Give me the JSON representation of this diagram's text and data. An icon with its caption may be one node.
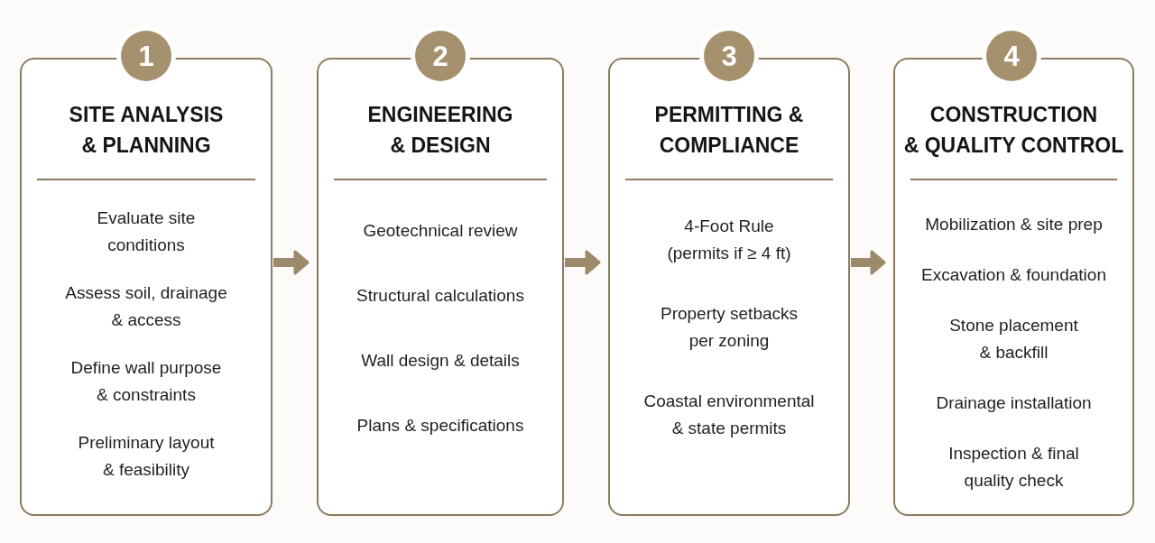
{
  "diagram": {
    "nodes": [
      {
        "text": [
          "1"
        ]
      },
      {
        "text": [
          "SITE ANALYSIS & PLANNING",
          "Evaluate site conditions",
          "Assess soil, drainage & access",
          "Define wall purpose & constraints",
          "Preliminary layout & feasibility"
        ]
      },
      {
        "text": [
          "2"
        ]
      },
      {
        "text": [
          "ENGINEERING & DESIGN",
          "Geotechnical review",
          "Structural calculations",
          "Wall design & details",
          "Plans & specifications"
        ]
      },
      {
        "text": [
          "3"
        ]
      },
      {
        "text": [
          "PERMITTING & COMPLIANCE",
          "4-Foot Rule (permits if ≥ 4 ft)",
          "Property setbacks per zoning",
          "Coastal environmental & state permits"
        ]
      },
      {
        "text": [
          "4"
        ]
      },
      {
        "text": [
          "CONSTRUCTION & QUALITY CONTROL",
          "Mobilization & site prep",
          "Excavation & foundation",
          "Stone placement & backfill",
          "Drainage installation",
          "Inspection & final quality check"
        ]
      }
    ],
    "edges": [
      {
        "from": 1,
        "to": 3,
        "arrow": "to"
      },
      {
        "from": 3,
        "to": 5,
        "arrow": "to"
      },
      {
        "from": 5,
        "to": 7,
        "arrow": "to"
      }
    ]
  }
}
